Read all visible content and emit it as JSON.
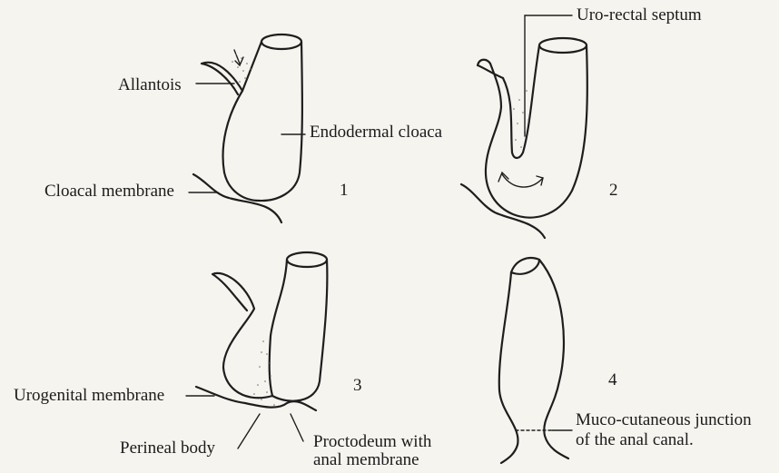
{
  "labels": {
    "allantois": "Allantois",
    "endodermal_cloaca": "Endodermal cloaca",
    "cloacal_membrane": "Cloacal membrane",
    "uro_rectal_septum": "Uro-rectal septum",
    "urogenital_membrane": "Urogenital membrane",
    "perineal_body": "Perineal body",
    "proctodeum_line1": "Proctodeum with",
    "proctodeum_line2": "anal membrane",
    "muco_line1": "Muco-cutaneous junction",
    "muco_line2": "of the anal canal."
  },
  "panel_numbers": {
    "p1": "1",
    "p2": "2",
    "p3": "3",
    "p4": "4"
  },
  "colors": {
    "ink": "#1e1e1e",
    "paper": "#f6f4ef"
  }
}
